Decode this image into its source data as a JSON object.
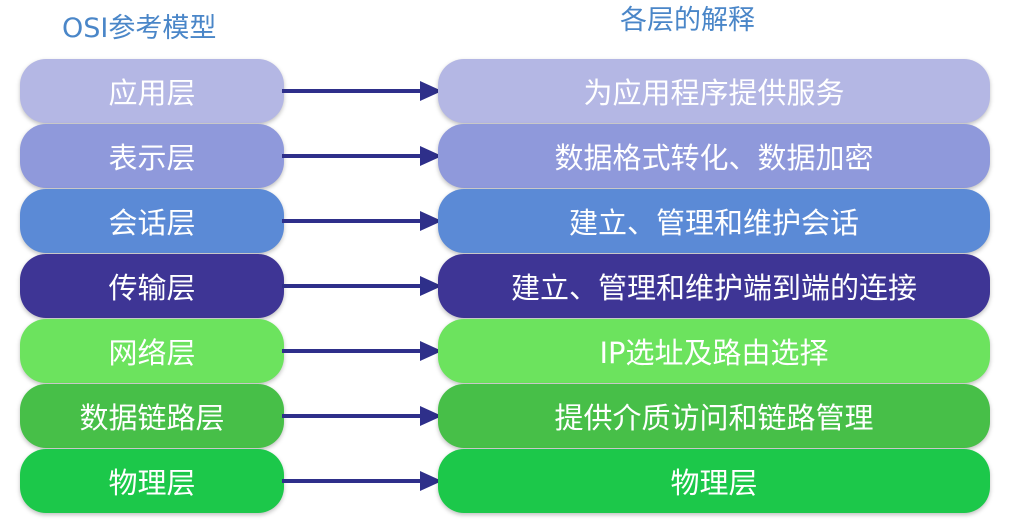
{
  "headings": {
    "left": "OSI参考模型",
    "right": "各层的解释"
  },
  "colors": {
    "heading": "#4a86c8",
    "arrow": "#2e2f8a"
  },
  "layers": [
    {
      "name": "应用层",
      "desc": "为应用程序提供服务",
      "color": "#b4b7e4"
    },
    {
      "name": "表示层",
      "desc": "数据格式转化、数据加密",
      "color": "#8f99db"
    },
    {
      "name": "会话层",
      "desc": "建立、管理和维护会话",
      "color": "#5b8ad6"
    },
    {
      "name": "传输层",
      "desc": "建立、管理和维护端到端的连接",
      "color": "#3e3595"
    },
    {
      "name": "网络层",
      "desc": "IP选址及路由选择",
      "color": "#6ce35e"
    },
    {
      "name": "数据链路层",
      "desc": "提供介质访问和链路管理",
      "color": "#47bf48"
    },
    {
      "name": "物理层",
      "desc": "物理层",
      "color": "#1cc84a"
    }
  ]
}
